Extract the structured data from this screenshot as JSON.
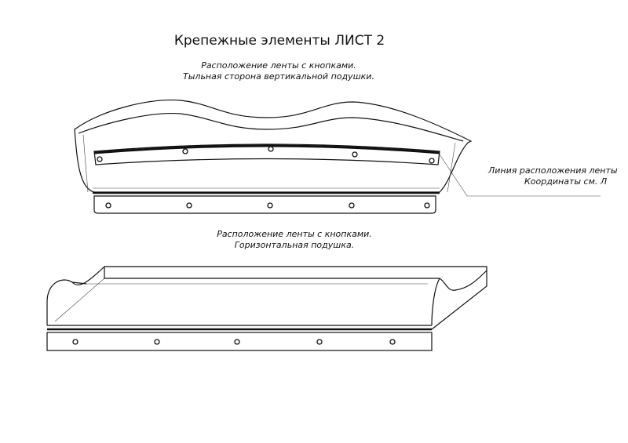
{
  "title": "Крепежные элементы ЛИСТ 2",
  "top_view": {
    "caption_line1": "Расположение ленты с кнопками.",
    "caption_line2": "Тыльная сторона вертикальной подушки."
  },
  "callout": {
    "line1": "Линия расположения ленты",
    "line2": "Координаты см. Л"
  },
  "bottom_view": {
    "caption_line1": "Расположение ленты с кнопками.",
    "caption_line2": "Горизонтальная подушка."
  }
}
